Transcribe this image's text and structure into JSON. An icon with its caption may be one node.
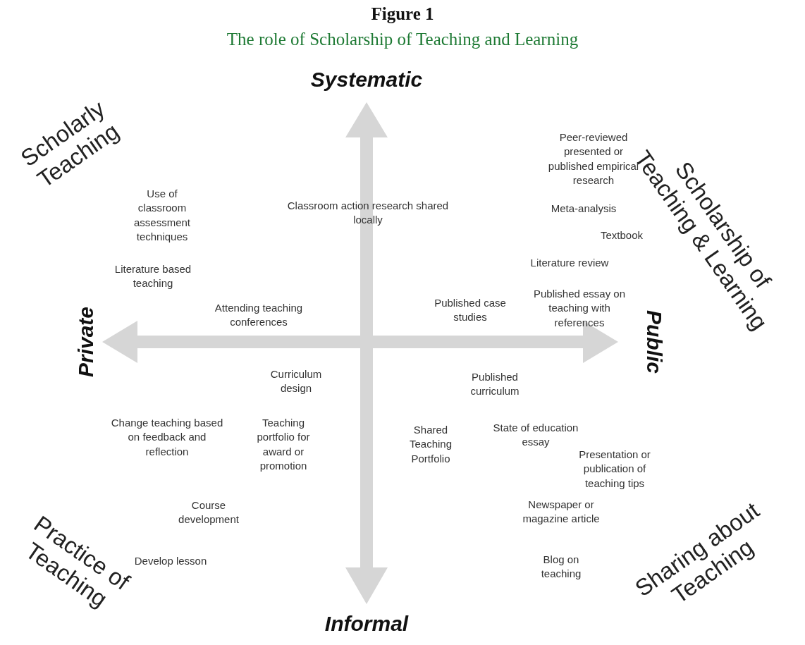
{
  "diagram": {
    "title": "Figure 1",
    "caption": "The role of Scholarship of Teaching and Learning",
    "labels": [
      "Systematic",
      "Scholarly Teaching",
      "Scholarship of Teaching & Learning",
      "Peer-reviewed presented or published empirical research",
      "Use of classroom assessment techniques",
      "Classroom action research shared locally",
      "Meta-analysis",
      "Textbook",
      "Literature based teaching",
      "Literature review",
      "Published essay on teaching with references",
      "Attending teaching conferences",
      "Published case studies",
      "Private",
      "Public",
      "Curriculum design",
      "Published curriculum",
      "Change teaching based on feedback and reflection",
      "Teaching portfolio for award or promotion",
      "Shared Teaching Portfolio",
      "State of education essay",
      "Presentation or publication of teaching tips",
      "Course development",
      "Newspaper or magazine article",
      "Practice of Teaching",
      "Develop lesson",
      "Blog on teaching",
      "Sharing about Teaching",
      "Informal"
    ]
  }
}
